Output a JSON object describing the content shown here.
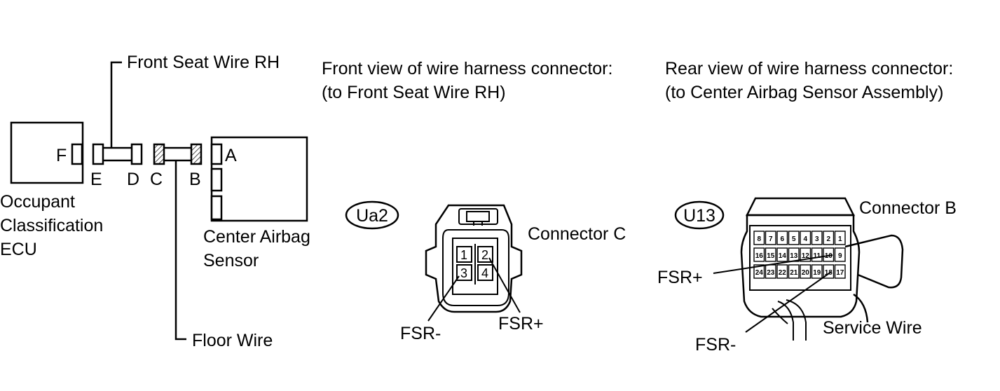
{
  "schematic": {
    "front_seat_wire_label": "Front Seat Wire RH",
    "floor_wire_label": "Floor Wire",
    "ecu_label": [
      "Occupant",
      "Classification",
      "ECU"
    ],
    "airbag_sensor_label": [
      "Center Airbag",
      "Sensor"
    ],
    "connectors": {
      "f": "F",
      "e": "E",
      "d": "D",
      "c": "C",
      "b": "B",
      "a": "A"
    }
  },
  "front_view": {
    "title_line1": "Front view of wire harness connector:",
    "title_line2": "(to Front Seat Wire RH)",
    "code": "Ua2",
    "connector_label": "Connector C",
    "pins": [
      "1",
      "2",
      "3",
      "4"
    ],
    "fsr_minus": "FSR-",
    "fsr_plus": "FSR+"
  },
  "rear_view": {
    "title_line1": "Rear view of wire harness connector:",
    "title_line2": "(to Center Airbag Sensor Assembly)",
    "code": "U13",
    "connector_label": "Connector B",
    "rows": [
      [
        "8",
        "7",
        "6",
        "5",
        "4",
        "3",
        "2",
        "1"
      ],
      [
        "16",
        "15",
        "14",
        "13",
        "12",
        "11",
        "10",
        "9"
      ],
      [
        "24",
        "23",
        "22",
        "21",
        "20",
        "19",
        "18",
        "17"
      ]
    ],
    "fsr_plus": "FSR+",
    "fsr_minus": "FSR-",
    "service_wire_label": "Service Wire"
  }
}
